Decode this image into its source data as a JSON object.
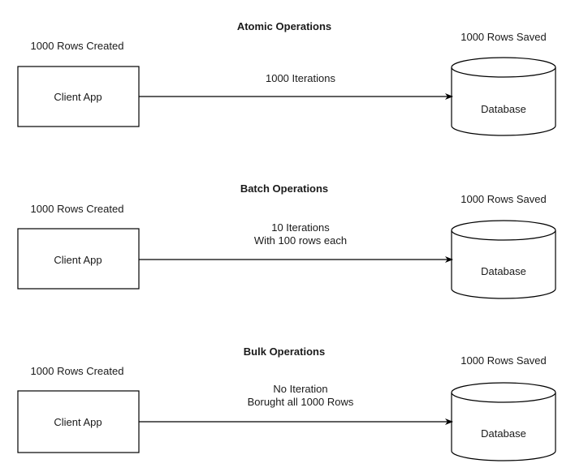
{
  "sections": [
    {
      "title": "Atomic Operations",
      "created_label": "1000 Rows Created",
      "saved_label": "1000 Rows Saved",
      "client_label": "Client App",
      "database_label": "Database",
      "edge_lines": [
        "1000 Iterations"
      ]
    },
    {
      "title": "Batch Operations",
      "created_label": "1000 Rows Created",
      "saved_label": "1000 Rows Saved",
      "client_label": "Client App",
      "database_label": "Database",
      "edge_lines": [
        "10 Iterations",
        "With 100 rows each"
      ]
    },
    {
      "title": "Bulk Operations",
      "created_label": "1000 Rows Created",
      "saved_label": "1000 Rows Saved",
      "client_label": "Client App",
      "database_label": "Database",
      "edge_lines": [
        "No Iteration",
        "Borught all 1000 Rows"
      ]
    }
  ]
}
